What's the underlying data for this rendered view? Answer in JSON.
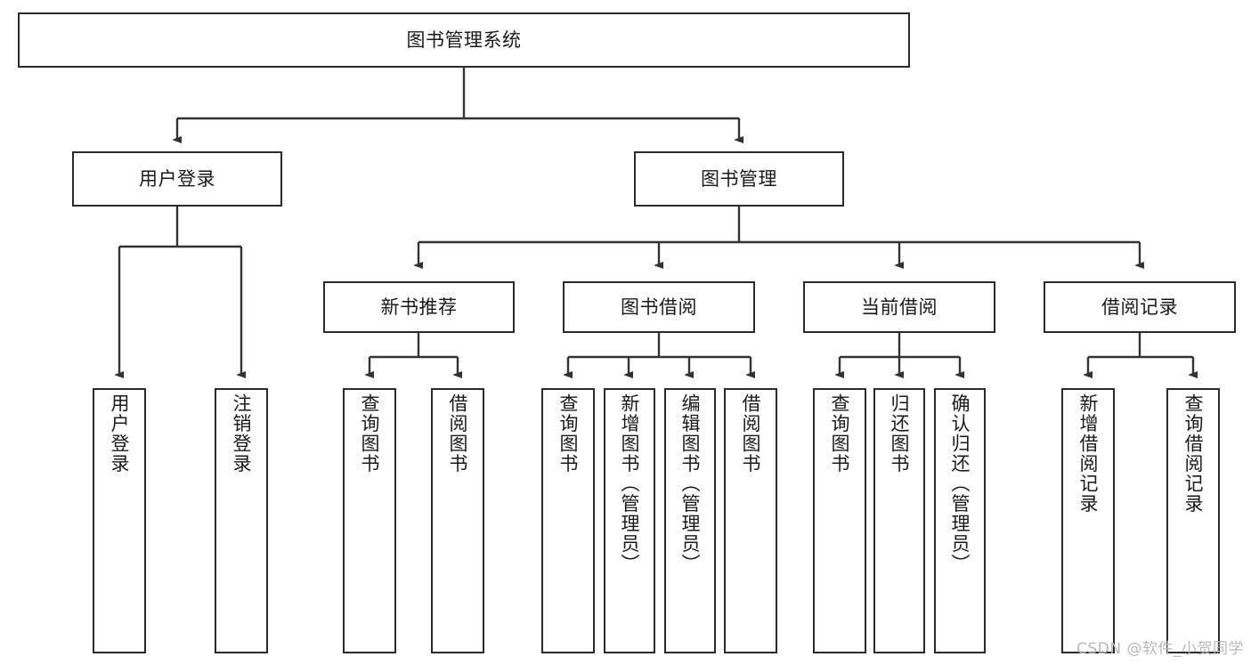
{
  "diagram": {
    "title": "图书管理系统",
    "watermark": "CSDN @软件_小贺同学",
    "colors": {
      "box_border": "#2b2b2b",
      "box_fill": "#ffffff",
      "connector": "#333333",
      "text": "#1a1a1a",
      "watermark": "#b9b9b9"
    },
    "levels": {
      "root": "图书管理系统",
      "level2": [
        "用户登录",
        "图书管理"
      ],
      "level3": [
        "新书推荐",
        "图书借阅",
        "当前借阅",
        "借阅记录"
      ]
    }
  },
  "nodes": {
    "root": {
      "label": "图书管理系统"
    },
    "user_login": {
      "label": "用户登录"
    },
    "book_manage": {
      "label": "图书管理"
    },
    "new_book_rec": {
      "label": "新书推荐"
    },
    "book_borrow": {
      "label": "图书借阅"
    },
    "current_borrow": {
      "label": "当前借阅"
    },
    "borrow_record": {
      "label": "借阅记录"
    },
    "leaf_user_login": {
      "label": "用户登录"
    },
    "leaf_logout": {
      "label": "注销登录"
    },
    "leaf_query_book_1": {
      "label": "查询图书"
    },
    "leaf_borrow_book_1": {
      "label": "借阅图书"
    },
    "leaf_query_book_2": {
      "label": "查询图书"
    },
    "leaf_add_book": {
      "label": "新增图书（管理员）"
    },
    "leaf_edit_book": {
      "label": "编辑图书（管理员）"
    },
    "leaf_borrow_book_2": {
      "label": "借阅图书"
    },
    "leaf_query_book_3": {
      "label": "查询图书"
    },
    "leaf_return_book": {
      "label": "归还图书"
    },
    "leaf_confirm_return": {
      "label": "确认归还（管理员）"
    },
    "leaf_add_record": {
      "label": "新增借阅记录"
    },
    "leaf_query_record": {
      "label": "查询借阅记录"
    }
  },
  "tree_data": {
    "type": "tree",
    "root": {
      "label": "图书管理系统",
      "children": [
        {
          "label": "用户登录",
          "children": [
            {
              "label": "用户登录"
            },
            {
              "label": "注销登录"
            }
          ]
        },
        {
          "label": "图书管理",
          "children": [
            {
              "label": "新书推荐",
              "children": [
                {
                  "label": "查询图书"
                },
                {
                  "label": "借阅图书"
                }
              ]
            },
            {
              "label": "图书借阅",
              "children": [
                {
                  "label": "查询图书"
                },
                {
                  "label": "新增图书（管理员）"
                },
                {
                  "label": "编辑图书（管理员）"
                },
                {
                  "label": "借阅图书"
                }
              ]
            },
            {
              "label": "当前借阅",
              "children": [
                {
                  "label": "查询图书"
                },
                {
                  "label": "归还图书"
                },
                {
                  "label": "确认归还（管理员）"
                }
              ]
            },
            {
              "label": "借阅记录",
              "children": [
                {
                  "label": "新增借阅记录"
                },
                {
                  "label": "查询借阅记录"
                }
              ]
            }
          ]
        }
      ]
    }
  }
}
